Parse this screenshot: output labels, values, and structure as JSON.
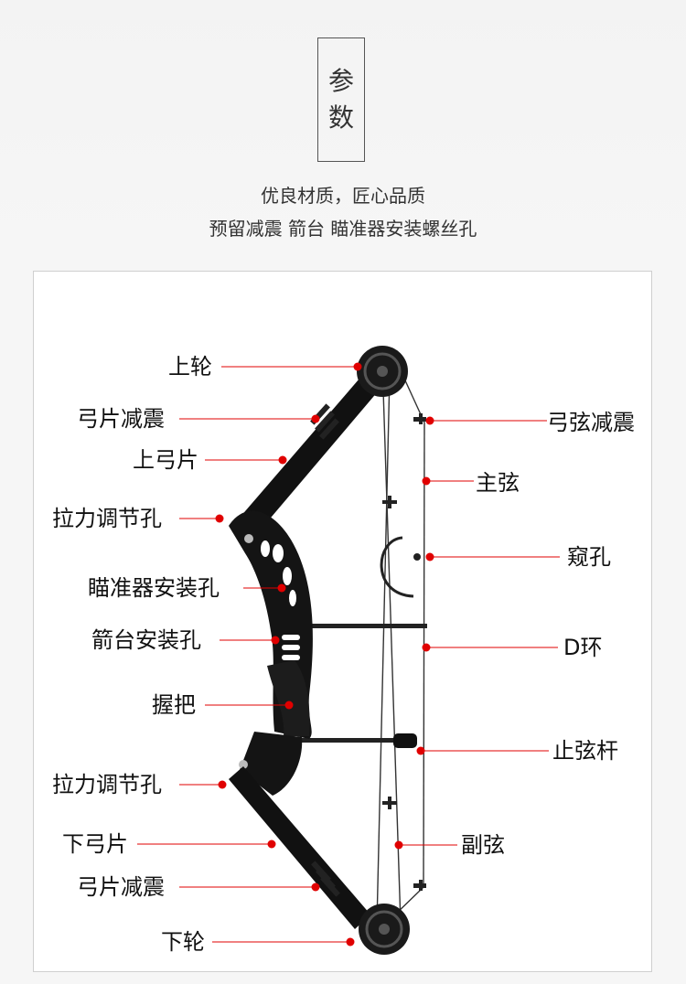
{
  "header": {
    "title_chars": [
      "参",
      "数"
    ],
    "subtitle_line1": "优良材质，匠心品质",
    "subtitle_line2": "预留减震 箭台 瞄准器安装螺丝孔"
  },
  "accent_color": "#e00000",
  "labels_left": {
    "upper_cam": "上轮",
    "upper_limb_damper": "弓片减震",
    "upper_limb": "上弓片",
    "draw_adjust_upper": "拉力调节孔",
    "sight_mount": "瞄准器安装孔",
    "rest_mount": "箭台安装孔",
    "grip": "握把",
    "draw_adjust_lower": "拉力调节孔",
    "lower_limb": "下弓片",
    "lower_limb_damper": "弓片减震",
    "lower_cam": "下轮"
  },
  "labels_right": {
    "string_damper": "弓弦减震",
    "main_string": "主弦",
    "peep": "窥孔",
    "d_loop": "D环",
    "string_stop": "止弦杆",
    "cable": "副弦"
  }
}
